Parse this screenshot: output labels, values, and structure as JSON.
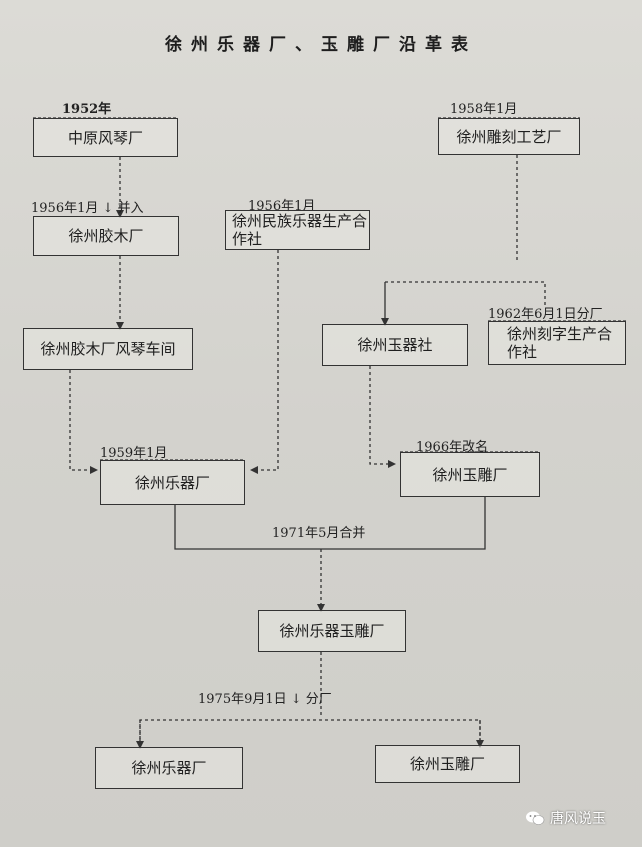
{
  "title": "徐州乐器厂、玉雕厂沿革表",
  "nodes": {
    "zhongyuan": "中原风琴厂",
    "jiaomu": "徐州胶木厂",
    "fengqin_chejian": "徐州胶木厂风琴车间",
    "minzu": "徐州民族乐器生产合作社",
    "leqi_1959": "徐州乐器厂",
    "diaoke": "徐州雕刻工艺厂",
    "yuqishe": "徐州玉器社",
    "kezi": "徐州刻字生产合作社",
    "yudiao_1966": "徐州玉雕厂",
    "merged": "徐州乐器玉雕厂",
    "leqi_final": "徐州乐器厂",
    "yudiao_final": "徐州玉雕厂"
  },
  "labels": {
    "y1952": "1952年",
    "y1956_merge": "1956年1月 ↓ 并入",
    "y1956": "1956年1月",
    "y1958": "1958年1月",
    "y1962": "1962年6月1日分厂",
    "y1959": "1959年1月",
    "y1966": "1966年改名",
    "y1971": "1971年5月合并",
    "y1975": "1975年9月1日 ↓ 分厂"
  },
  "watermark": "唐风说玉"
}
